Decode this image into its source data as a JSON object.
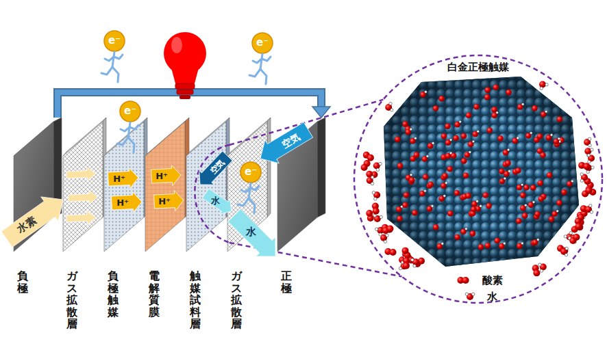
{
  "diagram": {
    "nodes": [
      {
        "text": [
          "負極"
        ]
      },
      {
        "text": [
          "ガス拡散層"
        ]
      },
      {
        "text": [
          "負極触媒"
        ]
      },
      {
        "text": [
          "電解質膜"
        ]
      },
      {
        "text": [
          "触媒試料層"
        ]
      },
      {
        "text": [
          "ガス拡散層"
        ]
      },
      {
        "text": [
          "正極"
        ]
      },
      {
        "text": [
          "白金正極触媒"
        ]
      },
      {
        "text": [
          "e⁻"
        ]
      },
      {
        "text": [
          "e⁻"
        ]
      },
      {
        "text": [
          "e⁻"
        ]
      },
      {
        "text": [
          "e⁻"
        ]
      }
    ],
    "edges": [
      {
        "from": 0,
        "to": 6,
        "arrow": "to"
      },
      {
        "from": 4,
        "to": 7,
        "arrow": "none"
      }
    ],
    "labels": [
      "水素",
      "H⁺",
      "H⁺",
      "H⁺",
      "H⁺",
      "空気",
      "空気",
      "水",
      "水"
    ],
    "legend": [
      {
        "text": "酸素"
      },
      {
        "text": "水"
      }
    ]
  }
}
